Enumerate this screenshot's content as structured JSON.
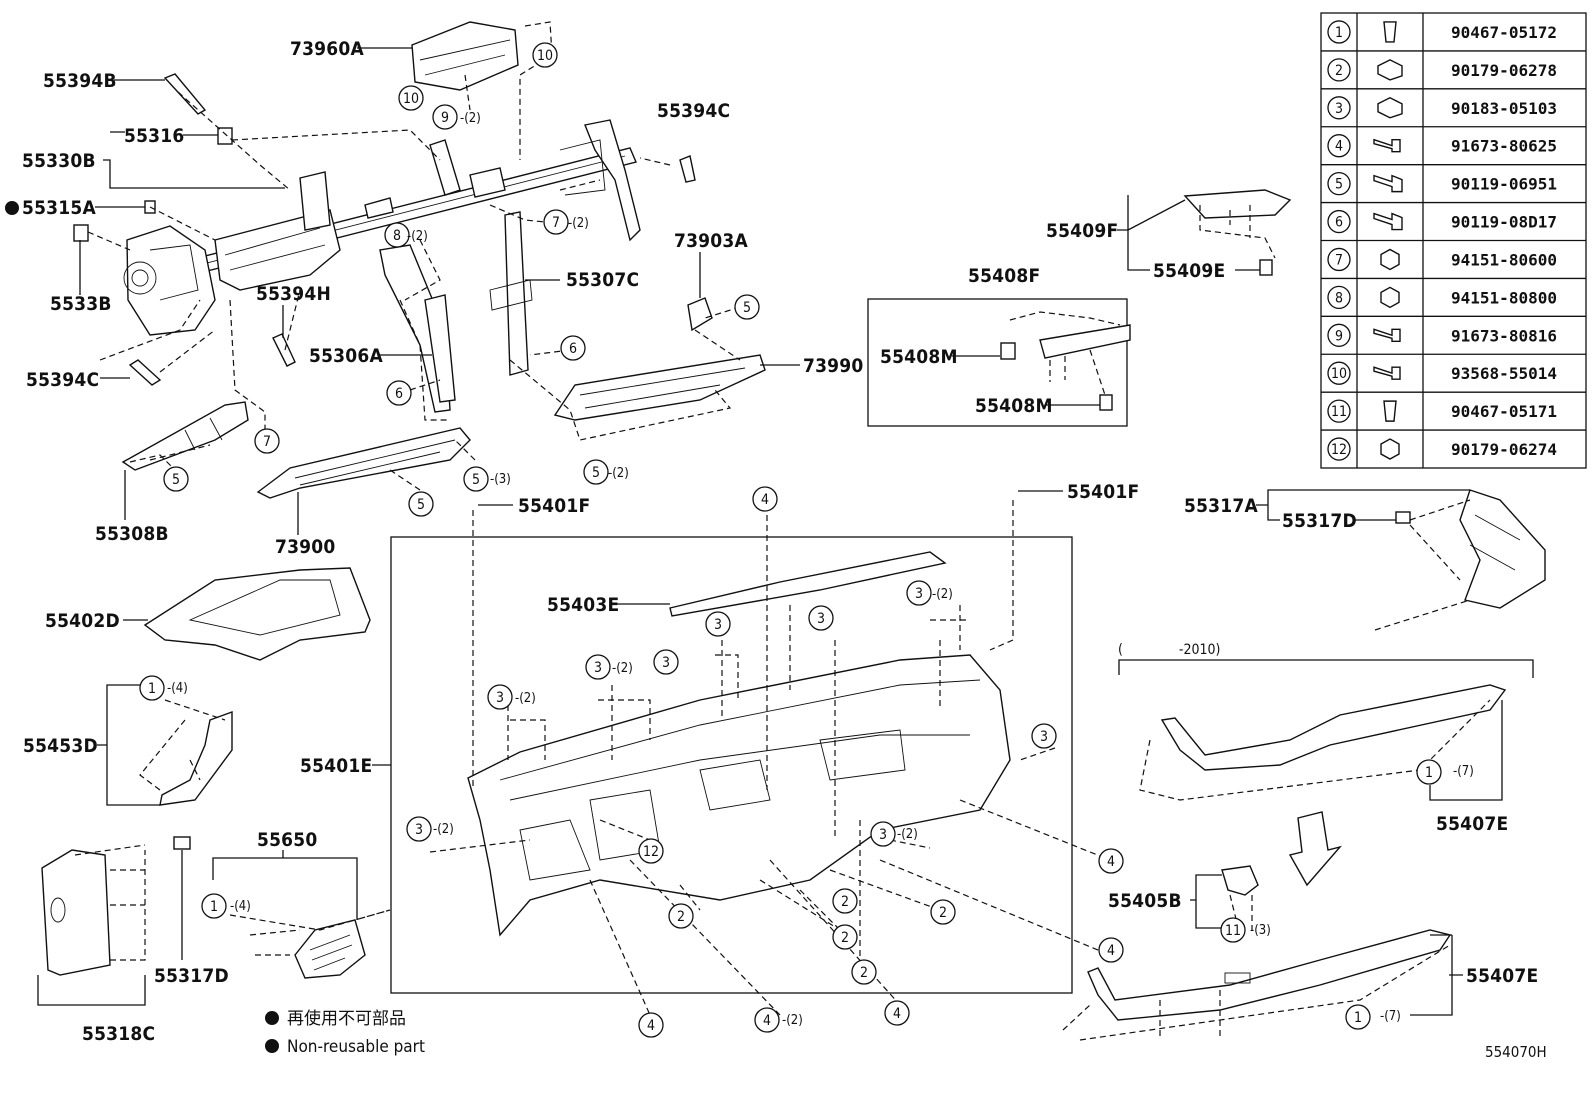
{
  "diagram_code": "554070H",
  "legend": {
    "jp": "再使用不可部品",
    "en": "Non-reusable part"
  },
  "parts_table": [
    {
      "no": "1",
      "part": "90467-05172",
      "icon": "clip-icon"
    },
    {
      "no": "2",
      "part": "90179-06278",
      "icon": "nut-clip-icon"
    },
    {
      "no": "3",
      "part": "90183-05103",
      "icon": "nut-clip-icon"
    },
    {
      "no": "4",
      "part": "91673-80625",
      "icon": "screw-icon"
    },
    {
      "no": "5",
      "part": "90119-06951",
      "icon": "bolt-icon"
    },
    {
      "no": "6",
      "part": "90119-08D17",
      "icon": "bolt-icon"
    },
    {
      "no": "7",
      "part": "94151-80600",
      "icon": "nut-icon"
    },
    {
      "no": "8",
      "part": "94151-80800",
      "icon": "nut-icon"
    },
    {
      "no": "9",
      "part": "91673-80816",
      "icon": "screw-icon"
    },
    {
      "no": "10",
      "part": "93568-55014",
      "icon": "screw-icon"
    },
    {
      "no": "11",
      "part": "90467-05171",
      "icon": "clip-icon"
    },
    {
      "no": "12",
      "part": "90179-06274",
      "icon": "nut-icon"
    }
  ],
  "labels": {
    "p73960A": "73960A",
    "p55394B": "55394B",
    "p55394C_top": "55394C",
    "p55316": "55316",
    "p55330B": "55330B",
    "p55315A": "55315A",
    "p5533B": "5533B",
    "p55394H": "55394H",
    "p55307C": "55307C",
    "p73903A": "73903A",
    "p55306A": "55306A",
    "p55394C_low": "55394C",
    "p73990": "73990",
    "p55308B": "55308B",
    "p73900": "73900",
    "p55401F_left": "55401F",
    "p55401F_right": "55401F",
    "p55409F": "55409F",
    "p55409E": "55409E",
    "p55408F": "55408F",
    "p55408M_a": "55408M",
    "p55408M_b": "55408M",
    "p55317A": "55317A",
    "p55317D_right": "55317D",
    "p55402D": "55402D",
    "p55403E": "55403E",
    "p55401E": "55401E",
    "p55453D": "55453D",
    "p55650": "55650",
    "p55317D_left": "55317D",
    "p55318C": "55318C",
    "p55405B": "55405B",
    "p55407E_top": "55407E",
    "p55407E_bot": "55407E",
    "year_range": "(　　　　-2010)"
  },
  "qty": {
    "q9": "-(2)",
    "q7": "-(2)",
    "q8": "-(2)",
    "q5a": "-(3)",
    "q5b": "-(2)",
    "q3a": "-(2)",
    "q3b": "-(2)",
    "q3c": "-(2)",
    "q3d": "-(2)",
    "q3e": "-(2)",
    "q1a": "-(4)",
    "q1b": "-(4)",
    "q1c": "-(7)",
    "q1d": "-(7)",
    "q11": "-(3)",
    "q4": "-(2)"
  },
  "callouts": {
    "c10a": "10",
    "c10b": "10",
    "c9": "9",
    "c7a": "7",
    "c8": "8",
    "c5a": "5",
    "c6a": "6",
    "c6b": "6",
    "c7b": "7",
    "c5b": "5",
    "c5c": "5",
    "c5d": "5",
    "c5e": "5",
    "c4top": "4",
    "c3a": "3",
    "c3b": "3",
    "c3c": "3",
    "c3d": "3",
    "c3e": "3",
    "c3f": "3",
    "c3g": "3",
    "c3h": "3",
    "c3i": "3",
    "c12": "12",
    "c2a": "2",
    "c2b": "2",
    "c2c": "2",
    "c2d": "2",
    "c2e": "2",
    "c4a": "4",
    "c4b": "4",
    "c4c": "4",
    "c4d": "4",
    "c4e": "4",
    "c1a": "1",
    "c1b": "1",
    "c1c": "1",
    "c1d": "1",
    "c11": "11"
  }
}
